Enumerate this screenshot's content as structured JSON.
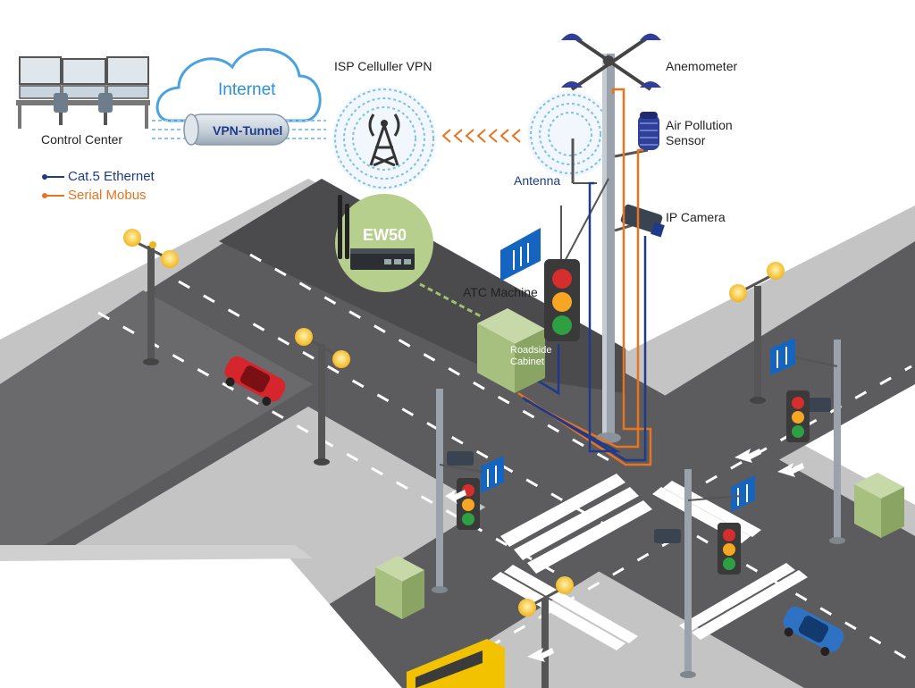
{
  "labels": {
    "control_center": "Control Center",
    "internet": "Internet",
    "vpn_tunnel": "VPN-Tunnel",
    "isp_vpn": "ISP Celluller VPN",
    "anemometer": "Anemometer",
    "air_pollution_1": "Air Pollution",
    "air_pollution_2": "Sensor",
    "antenna": "Antenna",
    "ip_camera": "IP Camera",
    "ew50": "EW50",
    "atc_machine": "ATC Machine",
    "roadside_1": "Roadside",
    "roadside_2": "Cabinet"
  },
  "legend": [
    {
      "label": "Cat.5 Ethernet",
      "color": "#1f3a8a"
    },
    {
      "label": "Serial Mobus",
      "color": "#e8741e"
    }
  ],
  "colors": {
    "road": "#5c5c5e",
    "sidewalk": "#bdbdbd",
    "ethernet": "#1f3a8a",
    "serial": "#e8741e",
    "router_circle": "#b7cf8d",
    "cloud": "#4aa3df",
    "sign": "#1565c0",
    "cabinet": "#a7bf7f"
  }
}
